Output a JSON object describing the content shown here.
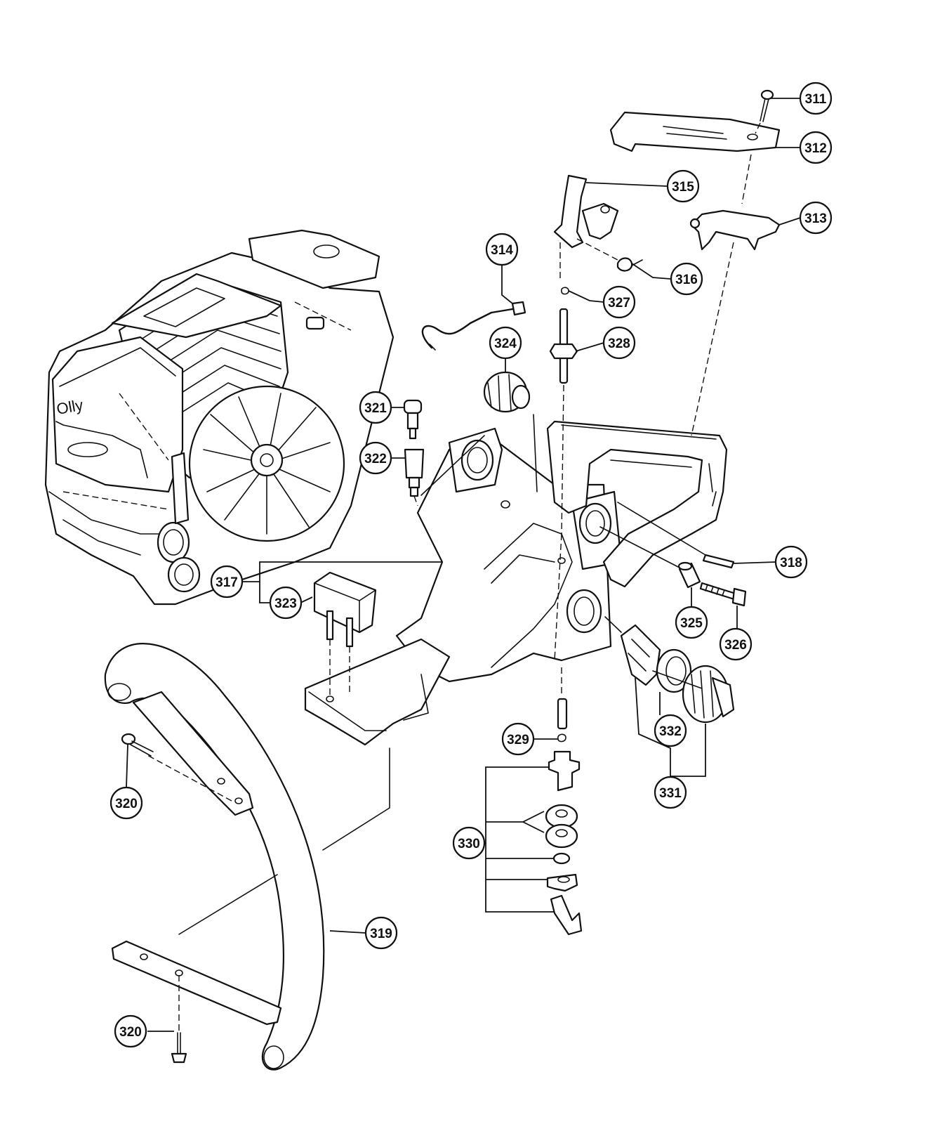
{
  "callouts": {
    "c311": "311",
    "c312": "312",
    "c313": "313",
    "c314": "314",
    "c315": "315",
    "c316": "316",
    "c317": "317",
    "c318": "318",
    "c319": "319",
    "c320a": "320",
    "c320b": "320",
    "c321": "321",
    "c322": "322",
    "c323": "323",
    "c324": "324",
    "c325": "325",
    "c326": "326",
    "c327": "327",
    "c328": "328",
    "c329": "329",
    "c330": "330",
    "c331": "331",
    "c332": "332"
  },
  "engine_marking": "Olly"
}
